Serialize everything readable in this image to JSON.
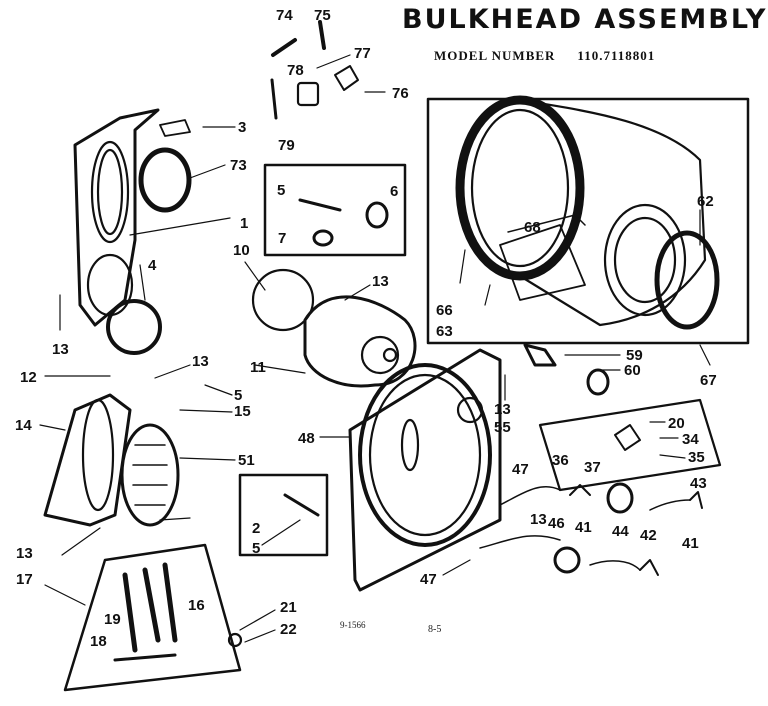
{
  "header": {
    "title": "BULKHEAD ASSEMBLY",
    "model_label": "MODEL NUMBER",
    "model_number": "110.7118801"
  },
  "footer": {
    "drawing_code": "9-1566",
    "page_code": "8-5"
  },
  "callouts": [
    "74",
    "75",
    "77",
    "78",
    "76",
    "79",
    "3",
    "73",
    "1",
    "5",
    "6",
    "7",
    "10",
    "13",
    "4",
    "13",
    "11",
    "12",
    "13",
    "5",
    "15",
    "14",
    "51",
    "48",
    "13",
    "55",
    "59",
    "60",
    "20",
    "34",
    "35",
    "36",
    "37",
    "47",
    "43",
    "2",
    "5",
    "13",
    "46",
    "41",
    "44",
    "42",
    "41",
    "13",
    "17",
    "47",
    "19",
    "16",
    "18",
    "21",
    "22",
    "68",
    "62",
    "66",
    "63",
    "67"
  ],
  "colors": {
    "ink": "#111111",
    "paper": "#ffffff"
  }
}
